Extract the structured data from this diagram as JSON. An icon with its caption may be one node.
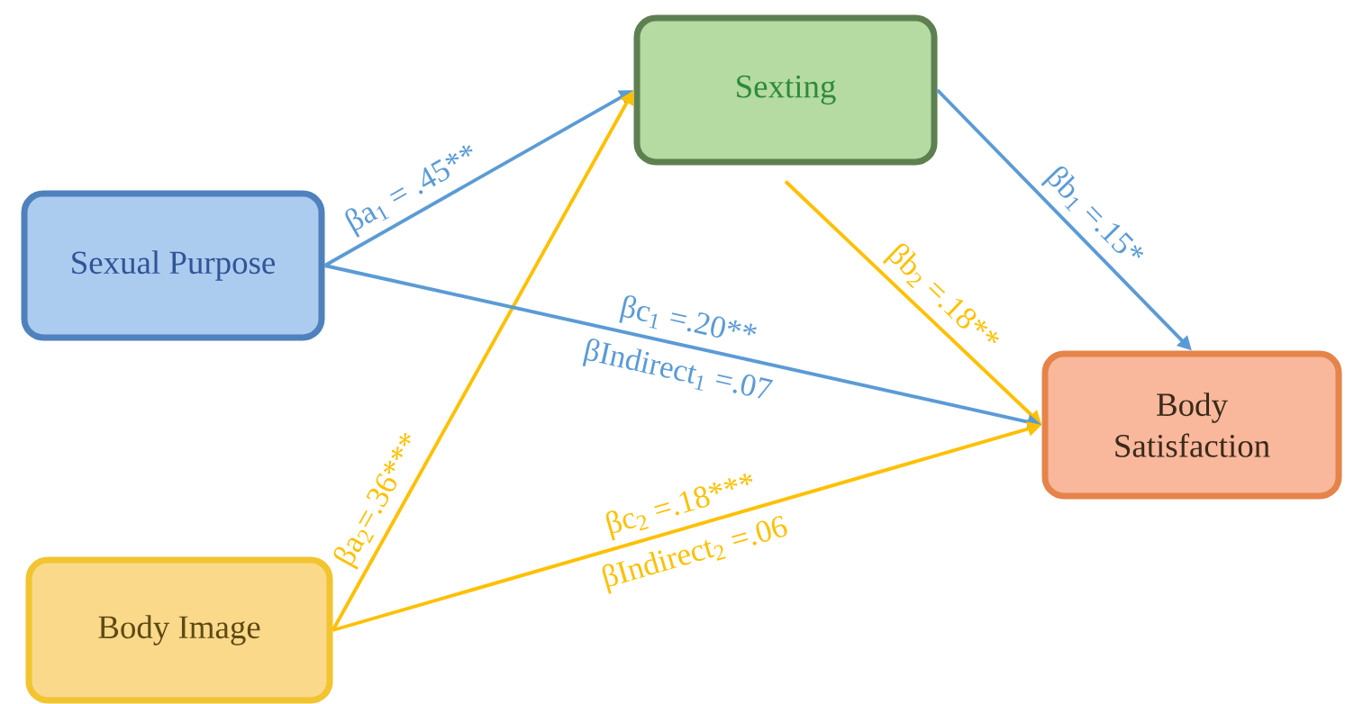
{
  "diagram": {
    "nodes": [
      {
        "text": [
          "Sexting"
        ]
      },
      {
        "text": [
          "Sexual Purpose"
        ]
      },
      {
        "text": [
          "Body Satisfaction"
        ]
      },
      {
        "text": [
          "Body Image"
        ]
      }
    ],
    "edges": [
      {
        "from": 1,
        "to": 0,
        "arrow": "to",
        "label": "βa$_{1}$ = .45**",
        "color": "#5b9bd5"
      },
      {
        "from": 3,
        "to": 0,
        "arrow": "to",
        "label": "βa$_{2}$=.36***",
        "color": "#ffc000"
      },
      {
        "from": 0,
        "to": 2,
        "arrow": "to",
        "label": "βb$_{1}$ =.15*",
        "color": "#5b9bd5"
      },
      {
        "from": 0,
        "to": 2,
        "arrow": "to",
        "label": "βb$_{2}$ =.18**",
        "color": "#ffc000"
      },
      {
        "from": 1,
        "to": 2,
        "arrow": "to",
        "label": "βc$_{1}$ =.20**",
        "color": "#5b9bd5"
      },
      {
        "from": 3,
        "to": 2,
        "arrow": "to",
        "label": "βc$_{2}$ =.18***",
        "color": "#ffc000"
      }
    ],
    "labels": [
      "βIndirect$_{1}$ =.07",
      "βIndirect$_{2}$ =.06"
    ]
  }
}
